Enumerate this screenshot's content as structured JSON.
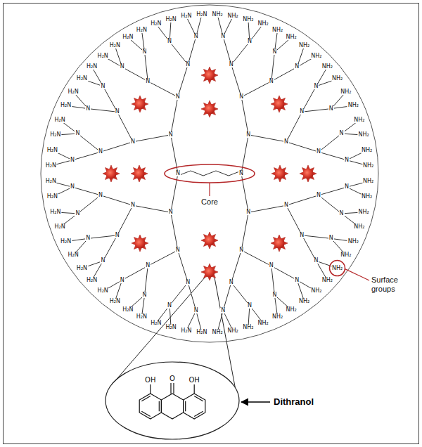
{
  "diagram": {
    "labels": [
      "H₂N",
      "H₂N",
      "H₂N",
      "H₂N",
      "H₂N",
      "H₂N",
      "H₂N",
      "H₂N",
      "H₂N",
      "H₂N",
      "H₂N",
      "H₂N",
      "H₂N",
      "H₂N",
      "H₂N",
      "H₂N",
      "H₂N",
      "H₂N",
      "H₂N",
      "H₂N",
      "H₂N",
      "H₂N",
      "H₂N",
      "H₂N",
      "H₂N",
      "H₂N",
      "H₂N",
      "H₂N",
      "H₂N",
      "H₂N",
      "H₂N",
      "H₂N",
      "NH₂",
      "NH₂",
      "NH₂",
      "NH₂",
      "NH₂",
      "NH₂",
      "NH₂",
      "NH₂",
      "NH₂",
      "NH₂",
      "NH₂",
      "NH₂",
      "NH₂",
      "NH₂",
      "NH₂",
      "NH₂",
      "NH₂",
      "NH₂",
      "NH₂",
      "NH₂",
      "NH₂",
      "NH₂",
      "NH₂",
      "NH₂",
      "NH₂",
      "NH₂",
      "NH₂",
      "NH₂",
      "NH₂",
      "NH₂",
      "NH₂",
      "NH₂",
      "N",
      "N",
      "N",
      "N",
      "N",
      "N",
      "N",
      "N",
      "N",
      "N",
      "N",
      "N",
      "N",
      "N",
      "N",
      "N",
      "N",
      "N",
      "N",
      "N",
      "N",
      "N",
      "N",
      "N",
      "N",
      "N",
      "N",
      "N",
      "N",
      "N",
      "N",
      "N",
      "N",
      "N",
      "N",
      "N",
      "N",
      "N",
      "N",
      "N",
      "N",
      "N",
      "N",
      "N",
      "N",
      "N",
      "N",
      "N",
      "N",
      "N",
      "N",
      "N",
      "N",
      "N",
      "N",
      "N",
      "N",
      "N",
      "N",
      "N",
      "N",
      "N",
      "Core",
      "Surface groups",
      "Dithranol",
      "OH",
      "O",
      "OH"
    ]
  }
}
